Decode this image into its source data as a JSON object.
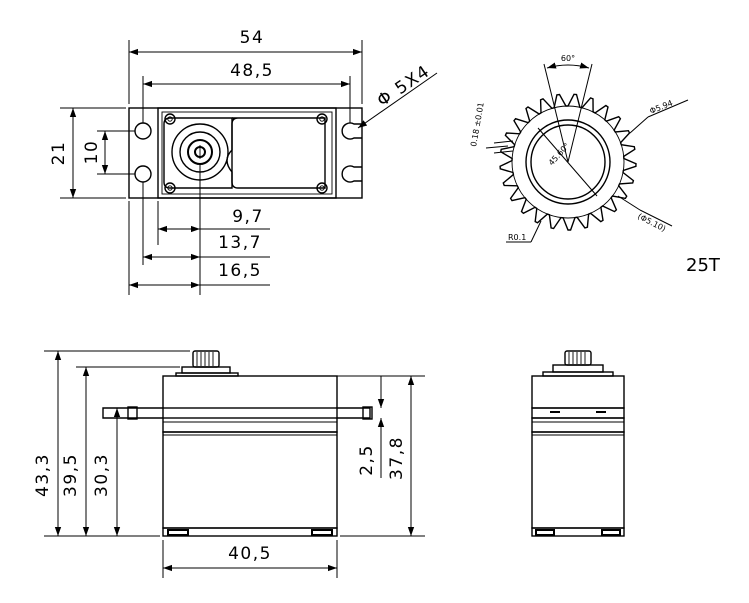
{
  "top_view": {
    "dim_overall_width": "54",
    "dim_hole_spacing": "48,5",
    "dim_hole_diameter": "Φ 5X4",
    "dim_height": "21",
    "dim_inner_height": "10",
    "dim_shaft_1": "9,7",
    "dim_shaft_2": "13,7",
    "dim_shaft_3": "16,5"
  },
  "spline_detail": {
    "angle": "60°",
    "tolerance": "0.18 ±0.01",
    "angle_2": "45.60°",
    "outer_diameter": "Φ5.94",
    "root_diameter": "(Φ5.10)",
    "radius": "R0.1",
    "teeth": "25T"
  },
  "side_view": {
    "dim_total_height": "43,3",
    "dim_height_2": "39,5",
    "dim_height_3": "30,3",
    "dim_flange": "2,5",
    "dim_body_height": "37,8",
    "dim_body_width": "40,5"
  }
}
